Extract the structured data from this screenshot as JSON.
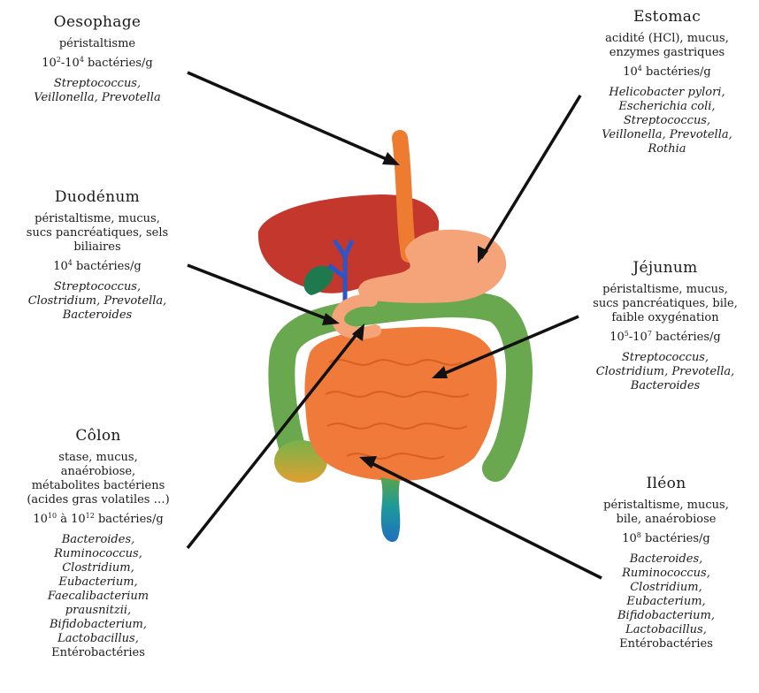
{
  "regions": {
    "oesophage": {
      "title": "Oesophage",
      "desc": [
        "péristaltisme"
      ],
      "count": {
        "pre": "10",
        "e1": "2",
        "mid": "-10",
        "e2": "4",
        "post": " bactéries/g"
      },
      "bacteria": [
        "Streptococcus,",
        "Veillonella, Prevotella"
      ],
      "extra": []
    },
    "estomac": {
      "title": "Estomac",
      "desc": [
        "acidité (HCl), mucus,",
        "enzymes gastriques"
      ],
      "count": {
        "pre": "10",
        "e1": "4",
        "mid": "",
        "e2": "",
        "post": " bactéries/g"
      },
      "bacteria": [
        "Helicobacter pylori,",
        "Escherichia coli,",
        "Streptococcus,",
        "Veillonella, Prevotella,",
        "Rothia"
      ],
      "extra": []
    },
    "duodenum": {
      "title": "Duodénum",
      "desc": [
        "péristaltisme, mucus,",
        "sucs pancréatiques, sels",
        "biliaires"
      ],
      "count": {
        "pre": "10",
        "e1": "4",
        "mid": "",
        "e2": "",
        "post": " bactéries/g"
      },
      "bacteria": [
        "Streptococcus,",
        "Clostridium, Prevotella,",
        "Bacteroides"
      ],
      "extra": []
    },
    "jejunum": {
      "title": "Jéjunum",
      "desc": [
        "péristaltisme, mucus,",
        "sucs pancréatiques, bile,",
        "faible oxygénation"
      ],
      "count": {
        "pre": "10",
        "e1": "5",
        "mid": "-10",
        "e2": "7",
        "post": " bactéries/g"
      },
      "bacteria": [
        "Streptococcus,",
        "Clostridium, Prevotella,",
        "Bacteroides"
      ],
      "extra": []
    },
    "colon": {
      "title": "Côlon",
      "desc": [
        "stase, mucus,",
        "anaérobiose,",
        "métabolites bactériens",
        "(acides gras volatiles …)"
      ],
      "count": {
        "pre": "10",
        "e1": "10",
        "mid": " à 10",
        "e2": "12",
        "post": " bactéries/g"
      },
      "bacteria": [
        "Bacteroides,",
        "Ruminococcus,",
        "Clostridium,",
        "Eubacterium,",
        "Faecalibacterium",
        "prausnitzii,",
        "Bifidobacterium,",
        "Lactobacillus,"
      ],
      "extra": [
        "Entérobactéries"
      ]
    },
    "ileon": {
      "title": "Iléon",
      "desc": [
        "péristaltisme, mucus,",
        "bile, anaérobiose"
      ],
      "count": {
        "pre": "10",
        "e1": "8",
        "mid": "",
        "e2": "",
        "post": " bactéries/g"
      },
      "bacteria": [
        "Bacteroides,",
        "Ruminococcus,",
        "Clostridium,",
        "Eubacterium,",
        "Bifidobacterium,",
        "Lactobacillus,"
      ],
      "extra": [
        "Entérobactéries"
      ]
    }
  },
  "colors": {
    "liver": "#c4372c",
    "oesophagus": "#ee7c30",
    "stomach": "#f5a47a",
    "small_intestine": "#f07a3a",
    "colon": "#6aa84f",
    "rectum": "#1f7fb8",
    "gallbladder": "#1e7a4e",
    "bile_duct": "#2e55c8",
    "pointer": "#111111"
  }
}
